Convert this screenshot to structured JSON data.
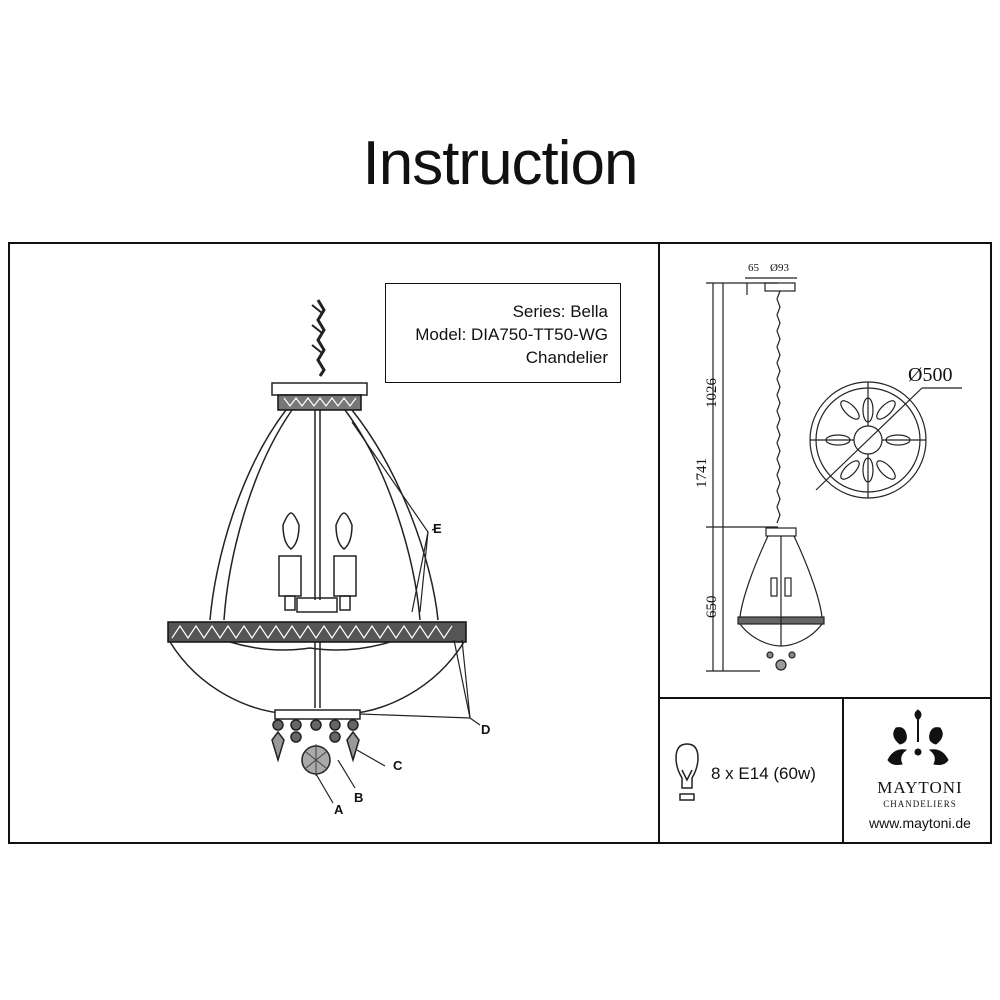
{
  "header": {
    "title": "Instruction"
  },
  "info": {
    "series": "Series: Bella",
    "model": "Model: DIA750-TT50-WG",
    "type": "Chandelier"
  },
  "labels": {
    "a": "A",
    "b": "B",
    "c": "C",
    "d": "D",
    "e": "E"
  },
  "dimensions": {
    "canopy_height": "65",
    "canopy_diameter": "Ø93",
    "shade_diameter": "Ø500",
    "chain_length": "1026",
    "total_height": "1741",
    "body_height": "650"
  },
  "lamp": {
    "spec": "8 x E14 (60w)"
  },
  "brand": {
    "name": "MAYTONI",
    "tagline": "CHANDELIERS",
    "website": "www.maytoni.de"
  }
}
